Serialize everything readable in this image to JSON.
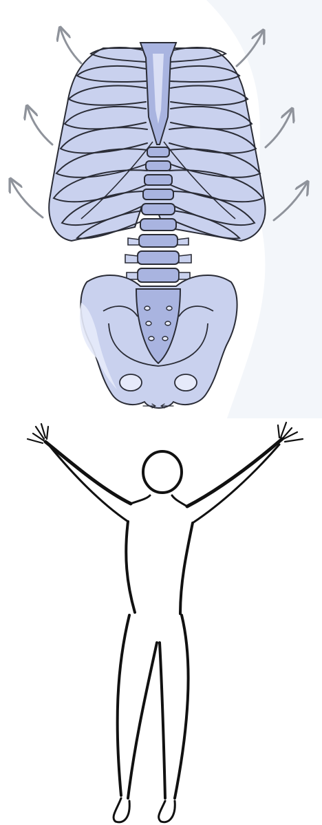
{
  "illustrations": [
    {
      "id": "skeleton",
      "depicts": "rib-cage-spine-and-pelvis"
    },
    {
      "id": "figure",
      "depicts": "standing-person-arms-raised"
    }
  ],
  "colors": {
    "paper": "#ffffff",
    "paper_wash": "#eef2f8",
    "bone_fill": "#c9d1ee",
    "bone_shadow": "#a9b4e0",
    "bone_highlight": "#e6eafa",
    "ink": "#2a2c36",
    "arrow": "#8f939b",
    "figure_ink": "#111111"
  }
}
